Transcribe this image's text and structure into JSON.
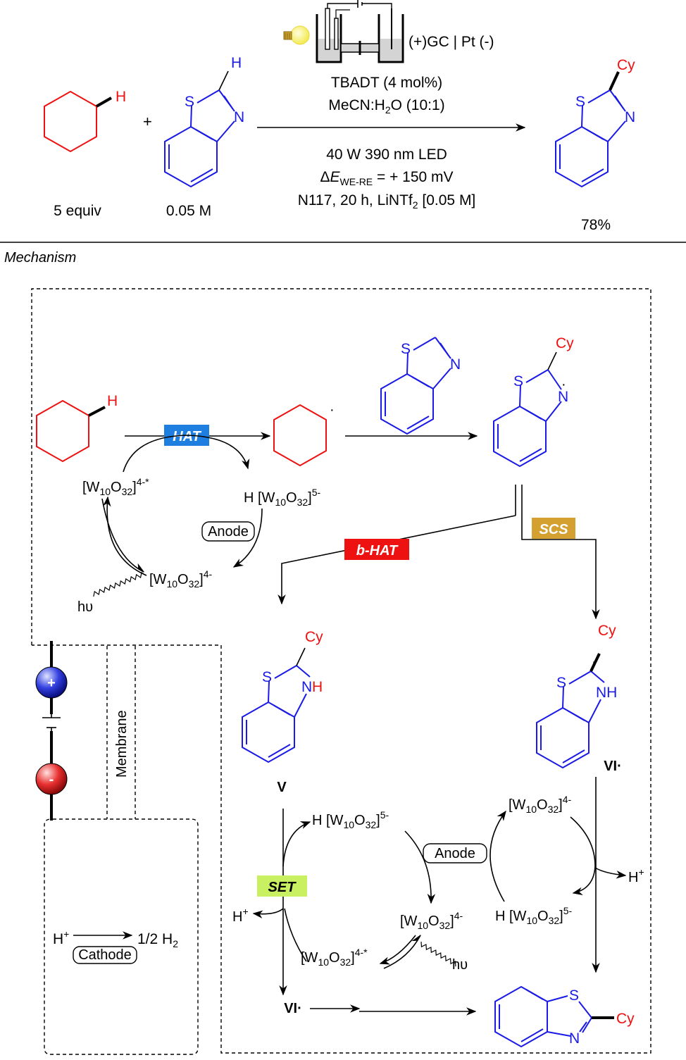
{
  "reaction": {
    "cell_label": "(+)GC | Pt (-)",
    "catalyst": "TBADT (4 mol%)",
    "solvent": "MeCN:H2O (10:1)",
    "light": "40 W 390 nm LED",
    "potential": "ΔEWE-RE = + 150 mV",
    "conditions": "N117, 20 h, LiNTf2 [0.05 M]",
    "reagent1_amount": "5 equiv",
    "reagent2_amount": "0.05 M",
    "yield": "78%",
    "plus": "+"
  },
  "section_title": "Mechanism",
  "atoms": {
    "H": "H",
    "S": "S",
    "N": "N",
    "NH": "NH",
    "Cy": "Cy",
    "radical_dot": "·"
  },
  "labels": {
    "hat": "HAT",
    "bhat": "b-HAT",
    "scs": "SCS",
    "set": "SET",
    "hat_color": "#1e7fe0",
    "bhat_color": "#ee1111",
    "scs_color": "#d4a030",
    "set_color": "#c8f060"
  },
  "species": {
    "w_excited": "[W10O32]4-*",
    "hw_reduced": "H [W10O32]5-",
    "w_ground": "[W10O32]4-",
    "anode": "Anode",
    "cathode": "Cathode",
    "hv": "hυ",
    "h_plus": "H+",
    "h2": "1/2 H2",
    "membrane": "Membrane",
    "V": "V",
    "VI": "VI·",
    "plus_sign": "+",
    "minus_sign": "-"
  },
  "icons": [
    "light-bulb-icon",
    "electrochemical-cell-icon",
    "electrode-positive-icon",
    "electrode-negative-icon"
  ]
}
